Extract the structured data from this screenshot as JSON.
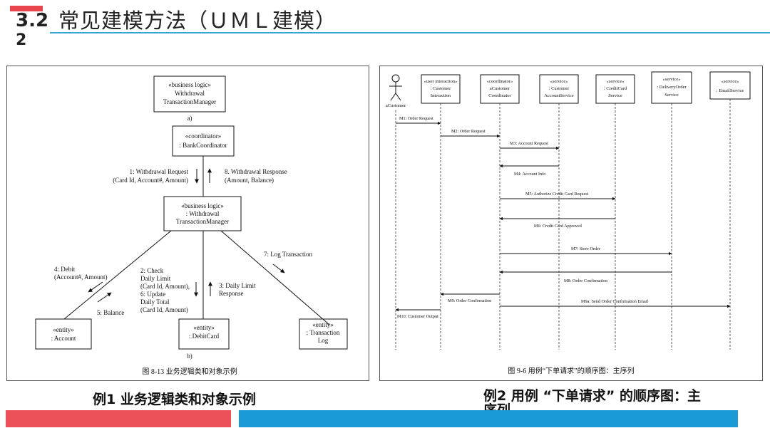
{
  "header": {
    "section_number": "3.2",
    "section_number_wrap": "2",
    "title": "常见建模方法（ＵＭＬ建模）"
  },
  "collab_diagram": {
    "box_top": [
      "«business logic»",
      "Withdrawal",
      "TransactionManager"
    ],
    "label_a": "a)",
    "box_coordinator": [
      "«coordinator»",
      ": BankCoordinator"
    ],
    "msg1": [
      "1: Withdrawal Request",
      "(Card Id, Account#, Amount)"
    ],
    "msg8": [
      "8. Withdrawal Response",
      "(Amount, Balance)"
    ],
    "box_mid": [
      "«business logic»",
      ": Withdrawal",
      "TransactionManager"
    ],
    "msg4": [
      "4: Debit",
      "(Account#, Amount)"
    ],
    "msg5": "5: Balance",
    "msg2": [
      "2: Check",
      "Daily Limit",
      "(Card Id, Amount),",
      "6: Update",
      "Daily Total",
      "(Card Id, Amount)"
    ],
    "msg3": [
      "3: Daily Limit",
      "Response"
    ],
    "msg7": "7: Log Transaction",
    "box_account": [
      "«entity»",
      ": Account"
    ],
    "box_debit": [
      "«entity»",
      ": DebitCard"
    ],
    "box_log": [
      "«entity»",
      ": Transaction",
      "Log"
    ],
    "label_b": "b)",
    "figure_caption": "图 8-13    业务逻辑类和对象示例"
  },
  "seq_diagram": {
    "actor": "aCustomer",
    "lifelines": [
      [
        "«user interaction»",
        ": Customer",
        "Interaction"
      ],
      [
        "«coordinator»",
        "aCustomer",
        "Coordinator"
      ],
      [
        "«service»",
        ": Customer",
        "AccountService"
      ],
      [
        "«service»",
        ": CreditCard",
        "Service"
      ],
      [
        "«service»",
        ": DeliveryOrder",
        "Service"
      ],
      [
        "«service»",
        ": EmailService"
      ]
    ],
    "messages": [
      "M1: Order Request",
      "M2: Order Request",
      "M3: Account Request",
      "M4: Account Info",
      "M5: Authorize Credit Card Request",
      "M6: Credit Card Approved",
      "M7: Store Order",
      "M8: Order Confirmation",
      "M9: Order Confirmation",
      "M9a: Send Order Confirmation Email",
      "M10: Customer Output"
    ],
    "figure_caption": "图 9-6    用例“下单请求”的顺序图：主序列"
  },
  "captions": {
    "left": "例1 业务逻辑类和对象示例",
    "right_line1": "例2 用例 “下单请求” 的顺序图：主",
    "right_line2": "序列"
  },
  "colors": {
    "accent_red": "#ec5159",
    "accent_blue": "#1a9ad6",
    "title_rule": "#36a4d6"
  }
}
